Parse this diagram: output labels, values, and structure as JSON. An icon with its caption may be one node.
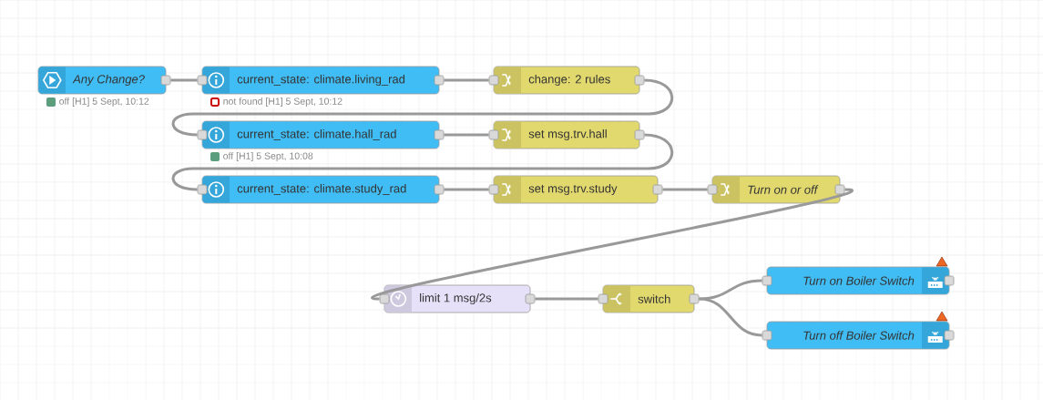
{
  "diagram": {
    "nodes": [
      {
        "text": [
          "Any Change?"
        ],
        "beside": [
          "off [H1] 5 Sept, 10:12"
        ]
      },
      {
        "text": [
          "current_state: climate.living_rad"
        ],
        "beside": [
          "not found [H1] 5 Sept, 10:12"
        ]
      },
      {
        "text": [
          "change: 2 rules"
        ]
      },
      {
        "text": [
          "current_state: climate.hall_rad"
        ],
        "beside": [
          "off [H1] 5 Sept, 10:08"
        ]
      },
      {
        "text": [
          "set msg.trv.hall"
        ]
      },
      {
        "text": [
          "current_state: climate.study_rad"
        ]
      },
      {
        "text": [
          "set msg.trv.study"
        ]
      },
      {
        "text": [
          "Turn on or off"
        ]
      },
      {
        "text": [
          "limit 1 msg/2s"
        ]
      },
      {
        "text": [
          "switch"
        ]
      },
      {
        "text": [
          "Turn on Boiler Switch"
        ]
      },
      {
        "text": [
          "Turn off Boiler Switch"
        ]
      }
    ],
    "edges": [
      {
        "from": 0,
        "to": 1,
        "arrow": "none"
      },
      {
        "from": 1,
        "to": 2,
        "arrow": "none"
      },
      {
        "from": 2,
        "to": 3,
        "arrow": "none"
      },
      {
        "from": 3,
        "to": 4,
        "arrow": "none"
      },
      {
        "from": 4,
        "to": 5,
        "arrow": "none"
      },
      {
        "from": 5,
        "to": 6,
        "arrow": "none"
      },
      {
        "from": 6,
        "to": 7,
        "arrow": "none"
      },
      {
        "from": 7,
        "to": 8,
        "arrow": "none"
      },
      {
        "from": 8,
        "to": 9,
        "arrow": "none"
      },
      {
        "from": 9,
        "to": 10,
        "arrow": "none"
      },
      {
        "from": 9,
        "to": 11,
        "arrow": "none"
      }
    ]
  }
}
